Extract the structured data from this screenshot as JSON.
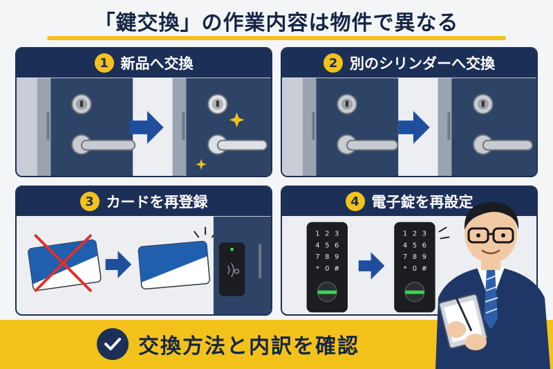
{
  "title": "「鍵交換」の作業内容は物件で異なる",
  "panels": [
    {
      "number": "1",
      "label": "新品へ交換"
    },
    {
      "number": "2",
      "label": "別のシリンダーへ交換"
    },
    {
      "number": "3",
      "label": "カードを再登録"
    },
    {
      "number": "4",
      "label": "電子錠を再設定"
    }
  ],
  "keypad_keys": [
    "1",
    "2",
    "3",
    "4",
    "5",
    "6",
    "7",
    "8",
    "9",
    "*",
    "0",
    "#"
  ],
  "bottom": {
    "text": "交換方法と内訳を確認"
  },
  "colors": {
    "navy": "#1c2f57",
    "accent_yellow": "#f3c21a",
    "arrow_blue": "#1f4f9c"
  },
  "icons": [
    "check-icon",
    "right-arrow-icon",
    "sparkle-icon",
    "cross-icon",
    "nfc-icon",
    "door-handle-icon",
    "cylinder-lock-icon"
  ]
}
